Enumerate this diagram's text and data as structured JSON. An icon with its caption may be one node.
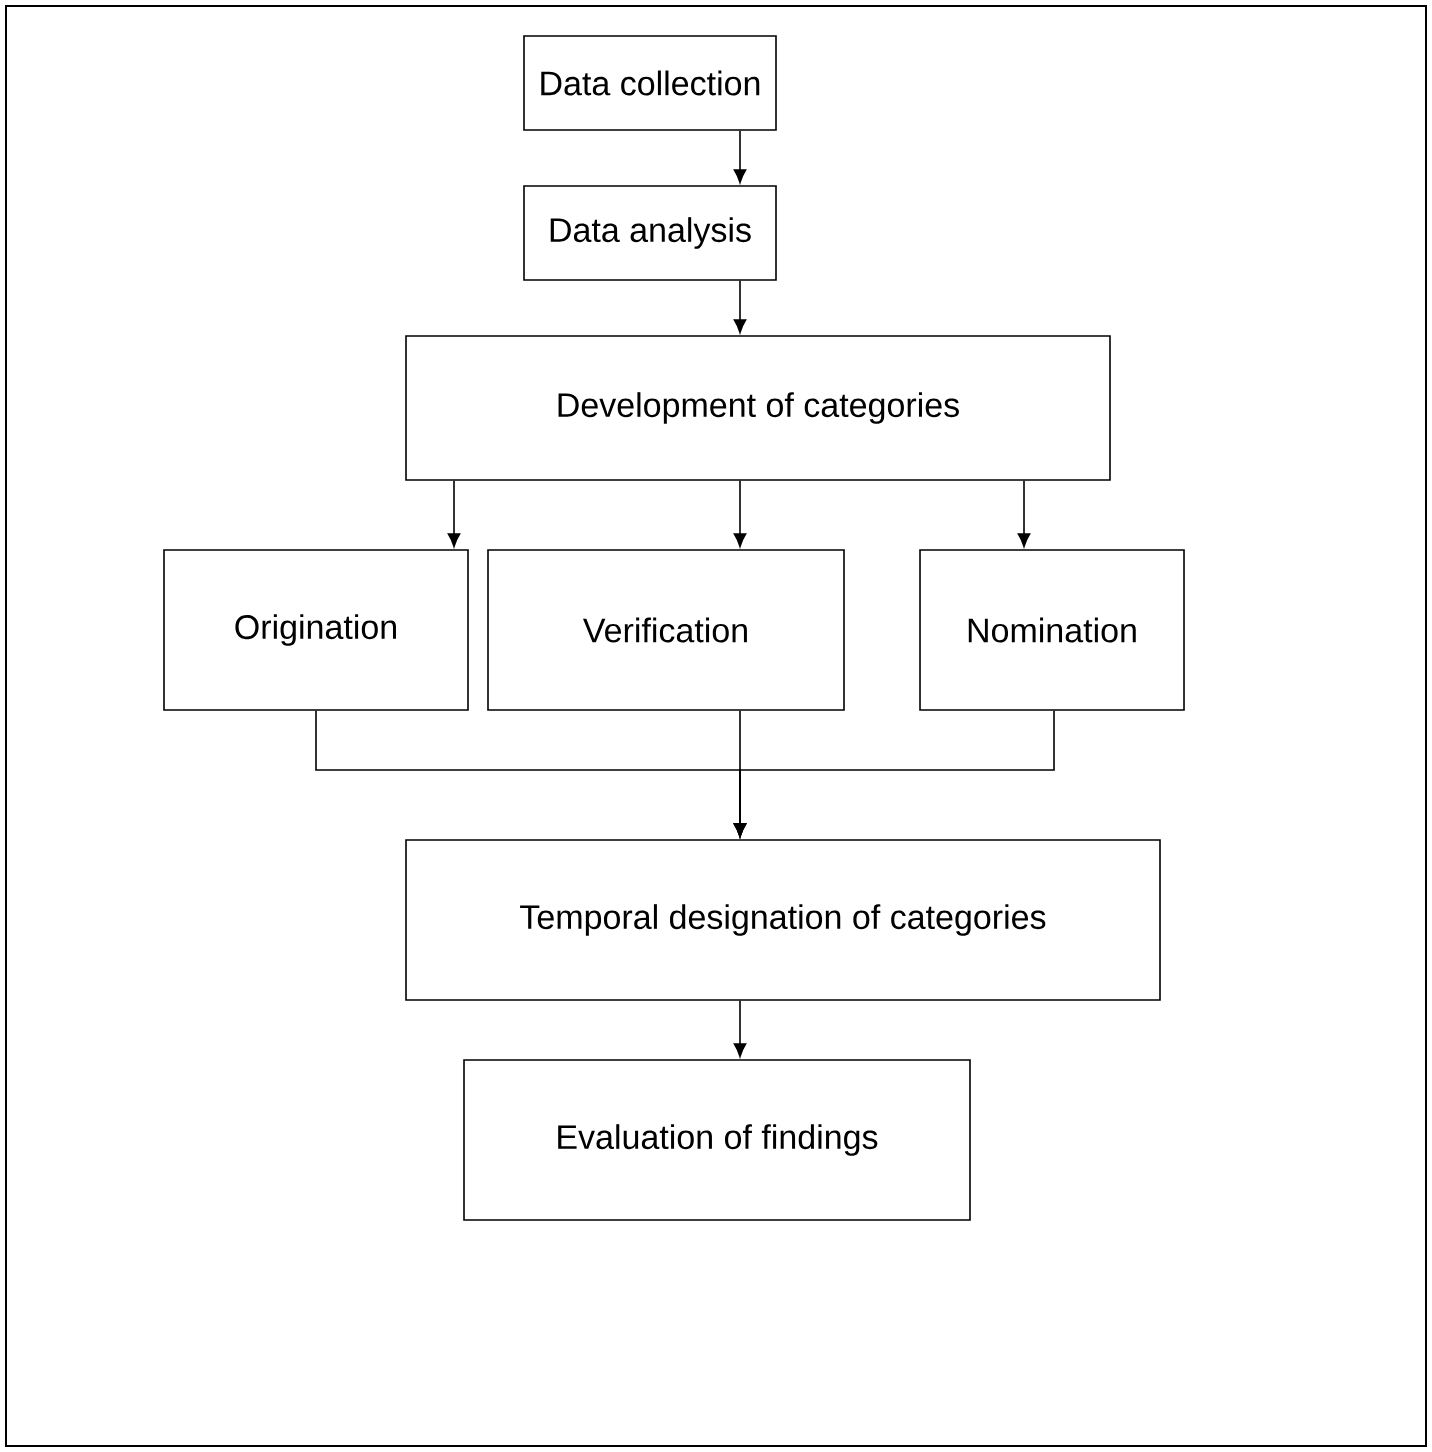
{
  "diagram": {
    "nodes": [
      {
        "text": [
          "Data collection"
        ]
      },
      {
        "text": [
          "Data analysis"
        ]
      },
      {
        "text": [
          "Development of categories"
        ]
      },
      {
        "text": [
          "Origination"
        ]
      },
      {
        "text": [
          "Verification"
        ]
      },
      {
        "text": [
          "Nomination"
        ]
      },
      {
        "text": [
          "Temporal designation of categories"
        ]
      },
      {
        "text": [
          "Evaluation of findings"
        ]
      }
    ],
    "edges": [
      {
        "from": 0,
        "to": 1,
        "arrow": "to"
      },
      {
        "from": 1,
        "to": 2,
        "arrow": "to"
      },
      {
        "from": 2,
        "to": 3,
        "arrow": "to"
      },
      {
        "from": 2,
        "to": 4,
        "arrow": "to"
      },
      {
        "from": 2,
        "to": 5,
        "arrow": "to"
      },
      {
        "from": 3,
        "to": 6,
        "arrow": "to"
      },
      {
        "from": 4,
        "to": 6,
        "arrow": "to"
      },
      {
        "from": 5,
        "to": 6,
        "arrow": "to"
      },
      {
        "from": 6,
        "to": 7,
        "arrow": "to"
      }
    ]
  }
}
